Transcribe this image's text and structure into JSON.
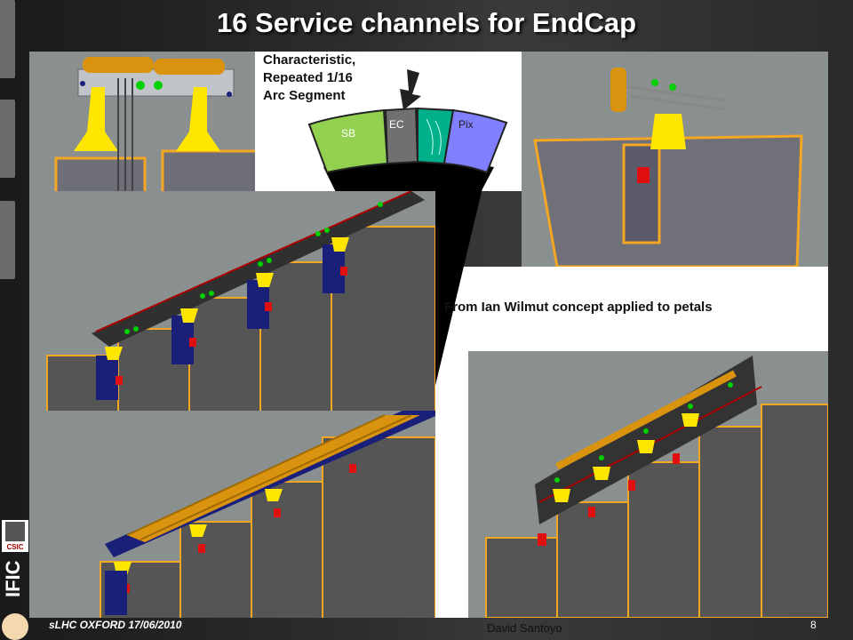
{
  "slide": {
    "title": "16 Service channels for EndCap",
    "note": {
      "line1": "Characteristic,",
      "line2": "Repeated 1/16",
      "line3": "Arc Segment"
    },
    "segments": [
      {
        "label": "SB",
        "color": "#92d050"
      },
      {
        "label": "EC",
        "color": "#707070"
      },
      {
        "label": "",
        "color": "#00b08a"
      },
      {
        "label": "Pix",
        "color": "#8080ff"
      }
    ],
    "caption": "From Ian Wilmut concept applied to petals",
    "footer": {
      "event": "sLHC OXFORD 17/06/2010",
      "author": "David Santoyo",
      "page": "8"
    },
    "logos": {
      "csic": "CSIC",
      "ific": "IFIC"
    },
    "colors": {
      "cad_bg": "#8a9090",
      "petal": "#555555",
      "petal_edge": "#f5a623",
      "module_blue": "#1a1f7a",
      "clip_yellow": "#ffe600",
      "pipe_orange": "#d9930f",
      "connector_green": "#00d000",
      "marker_red": "#e01010"
    }
  }
}
